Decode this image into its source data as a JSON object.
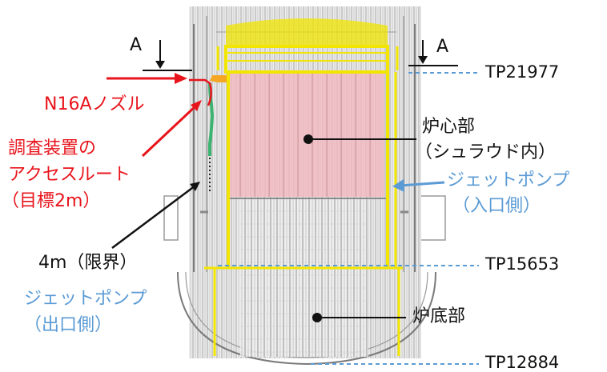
{
  "section_marks": {
    "left": "A",
    "right": "A"
  },
  "levels": [
    {
      "key": "top",
      "label": "TP21977"
    },
    {
      "key": "mid",
      "label": "TP15653"
    },
    {
      "key": "bottom",
      "label": "TP12884"
    }
  ],
  "callouts": {
    "nozzle": "N16Aノズル",
    "access_route": [
      "調査装置の",
      "アクセスルート",
      "（目標2m）"
    ],
    "limit": "4m（限界）",
    "core": [
      "炉心部",
      "（シュラウド内）"
    ],
    "jet_pump_inlet": [
      "ジェットポンプ",
      "（入口側）"
    ],
    "jet_pump_outlet": [
      "ジェットポンプ",
      "（出口側）"
    ],
    "bottom_head": "炉底部"
  },
  "colors": {
    "annotation_red": "#e8141c",
    "annotation_blue": "#5b9bd5",
    "shroud_yellow": "#f2e500",
    "core_fill": "#f4b8bf",
    "route_green": "#3cb371",
    "drawing_gray": "#8a8a8a"
  }
}
